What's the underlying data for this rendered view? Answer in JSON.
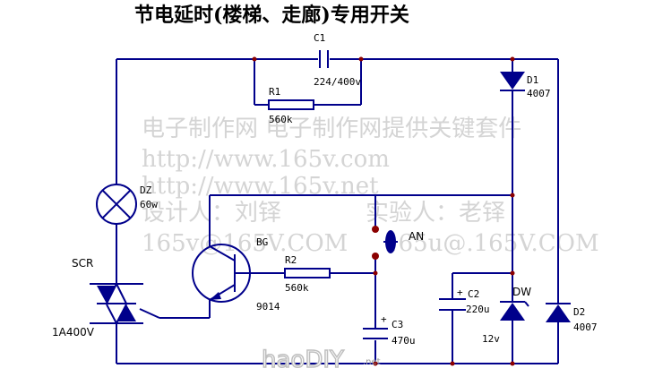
{
  "title": "节电延时(楼梯、走廊)专用开关",
  "watermarks": {
    "line1": "电子制作网  电子制作网提供关键套件",
    "line2": "http://www.165v.com",
    "line3": "http://www.165v.net",
    "line4a": "设计人：刘铎",
    "line4b": "实验人：老铎",
    "line5a": "165v@165V.COM",
    "line5b": "165u@.165V.COM"
  },
  "components": {
    "c1": {
      "name": "C1",
      "value": "224/400v"
    },
    "r1": {
      "name": "R1",
      "value": "560k"
    },
    "d1": {
      "name": "D1",
      "value": "4007"
    },
    "dz": {
      "name": "DZ",
      "value": "60w"
    },
    "bg": {
      "name": "BG",
      "value": "9014"
    },
    "r2": {
      "name": "R2",
      "value": "560k"
    },
    "an": {
      "name": "AN"
    },
    "scr": {
      "name": "SCR",
      "value": "1A400V"
    },
    "c2": {
      "name": "C2",
      "value": "220u"
    },
    "dw": {
      "name": "DW",
      "value": "12v"
    },
    "d2": {
      "name": "D2",
      "value": "4007"
    },
    "c3": {
      "name": "C3",
      "value": "470u"
    }
  },
  "brand": {
    "logo": "haoDIY",
    "suffix": ".net"
  },
  "colors": {
    "wire": "#00008b",
    "node": "#8b0000",
    "watermark": "#d4d4d4"
  }
}
